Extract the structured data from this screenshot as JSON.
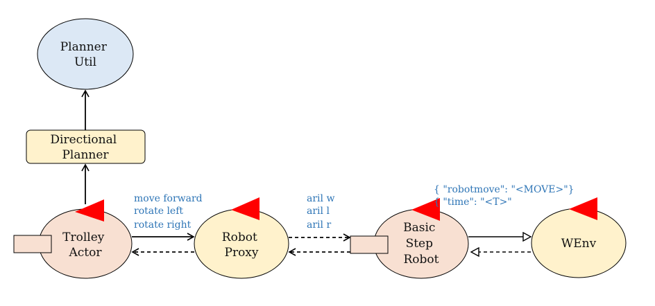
{
  "colors": {
    "planner_util_fill": "#dce8f5",
    "directional_planner_fill": "#fff2cc",
    "trolley_fill": "#f8e0d2",
    "robot_proxy_fill": "#fff2cc",
    "basic_step_fill": "#f8e0d2",
    "wenv_fill": "#fff2cc",
    "port_fill": "#f8e0d2",
    "marker": "#ff0000",
    "annotation_text": "#2e75b6",
    "stroke": "#000000"
  },
  "nodes": {
    "planner_util": {
      "lines": [
        "Planner",
        "Util"
      ]
    },
    "directional_planner": {
      "lines": [
        "Directional",
        "Planner"
      ]
    },
    "trolley_actor": {
      "lines": [
        "Trolley",
        "Actor"
      ]
    },
    "robot_proxy": {
      "lines": [
        "Robot",
        "Proxy"
      ]
    },
    "basic_step_robot": {
      "lines": [
        "Basic",
        "Step",
        "Robot"
      ]
    },
    "wenv": {
      "lines": [
        "WEnv"
      ]
    }
  },
  "labels": {
    "trolley_to_proxy": [
      "move forward",
      "rotate left",
      "rotate right"
    ],
    "proxy_to_basic": [
      "aril w",
      "aril l",
      "aril r"
    ],
    "json_message": [
      "{ \"robotmove\": \"<MOVE>\"}",
      "{ \"time\": \"<T>\""
    ]
  }
}
